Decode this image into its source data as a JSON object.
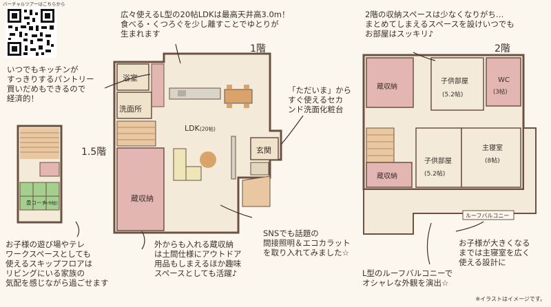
{
  "qr_caption": "バーチャルツアーはこちらから",
  "floors": {
    "f1": "1階",
    "f2": "2階",
    "f15": "1.5階"
  },
  "rooms": {
    "bath": "浴室",
    "wash": "洗面所",
    "ldk": "LDK",
    "ldk_size": "(20帖)",
    "entrance": "玄関",
    "storage1": "蔵収納",
    "tatami": "畳コーナー",
    "tatami_size": "(4.5帖)",
    "storage2a": "蔵収納",
    "storage2b": "蔵収納",
    "kids1": "子供部屋",
    "kids1_size": "(5.2帖)",
    "wc": "WC",
    "wc_size": "(3帖)",
    "kids2": "子供部屋",
    "kids2_size": "(5.2帖)",
    "master": "主寝室",
    "master_size": "(8帖)",
    "balcony": "ルーフバルコニー"
  },
  "notes": {
    "ldk_note": "広々使えるL型の20帖LDKは最高天井高3.0m！\n食べる・くつろぐを少し離すことでゆとりが\n生まれます",
    "pantry_note": "いつでもキッチンが\nすっきりするパントリー\n買いだめもできるので\n経済的！",
    "tadaima_note": "「ただいま」から\nすぐ使えるセカ\nンド洗面化粧台",
    "skip_note": "お子様の遊び場やテレ\nワークスペースとしても\n使えるスキップフロアは\nリビングにいる家族の\n気配を感じながら過ごせます",
    "storage_note": "外からも入れる蔵収納\nは土間仕様にアウトドア\n用品もしまえるほか趣味\nスペースとしても活躍♪",
    "sns_note": "SNSでも話題の\n間接照明＆エコカラット\nを取り入れてみました☆",
    "f2_storage_note": "2階の収納スペースは少なくなりがち…\nまとめてしまえるスペースを設けいつでも\nお部屋はスッキリ♪",
    "kids_note": "お子様が大きくなる\nまでは主寝室を広く\n使える設計に",
    "balcony_note": "L型のルーフバルコニーで\nオシャレな外観を演出☆"
  },
  "footer": "※イラストはイメージです。"
}
